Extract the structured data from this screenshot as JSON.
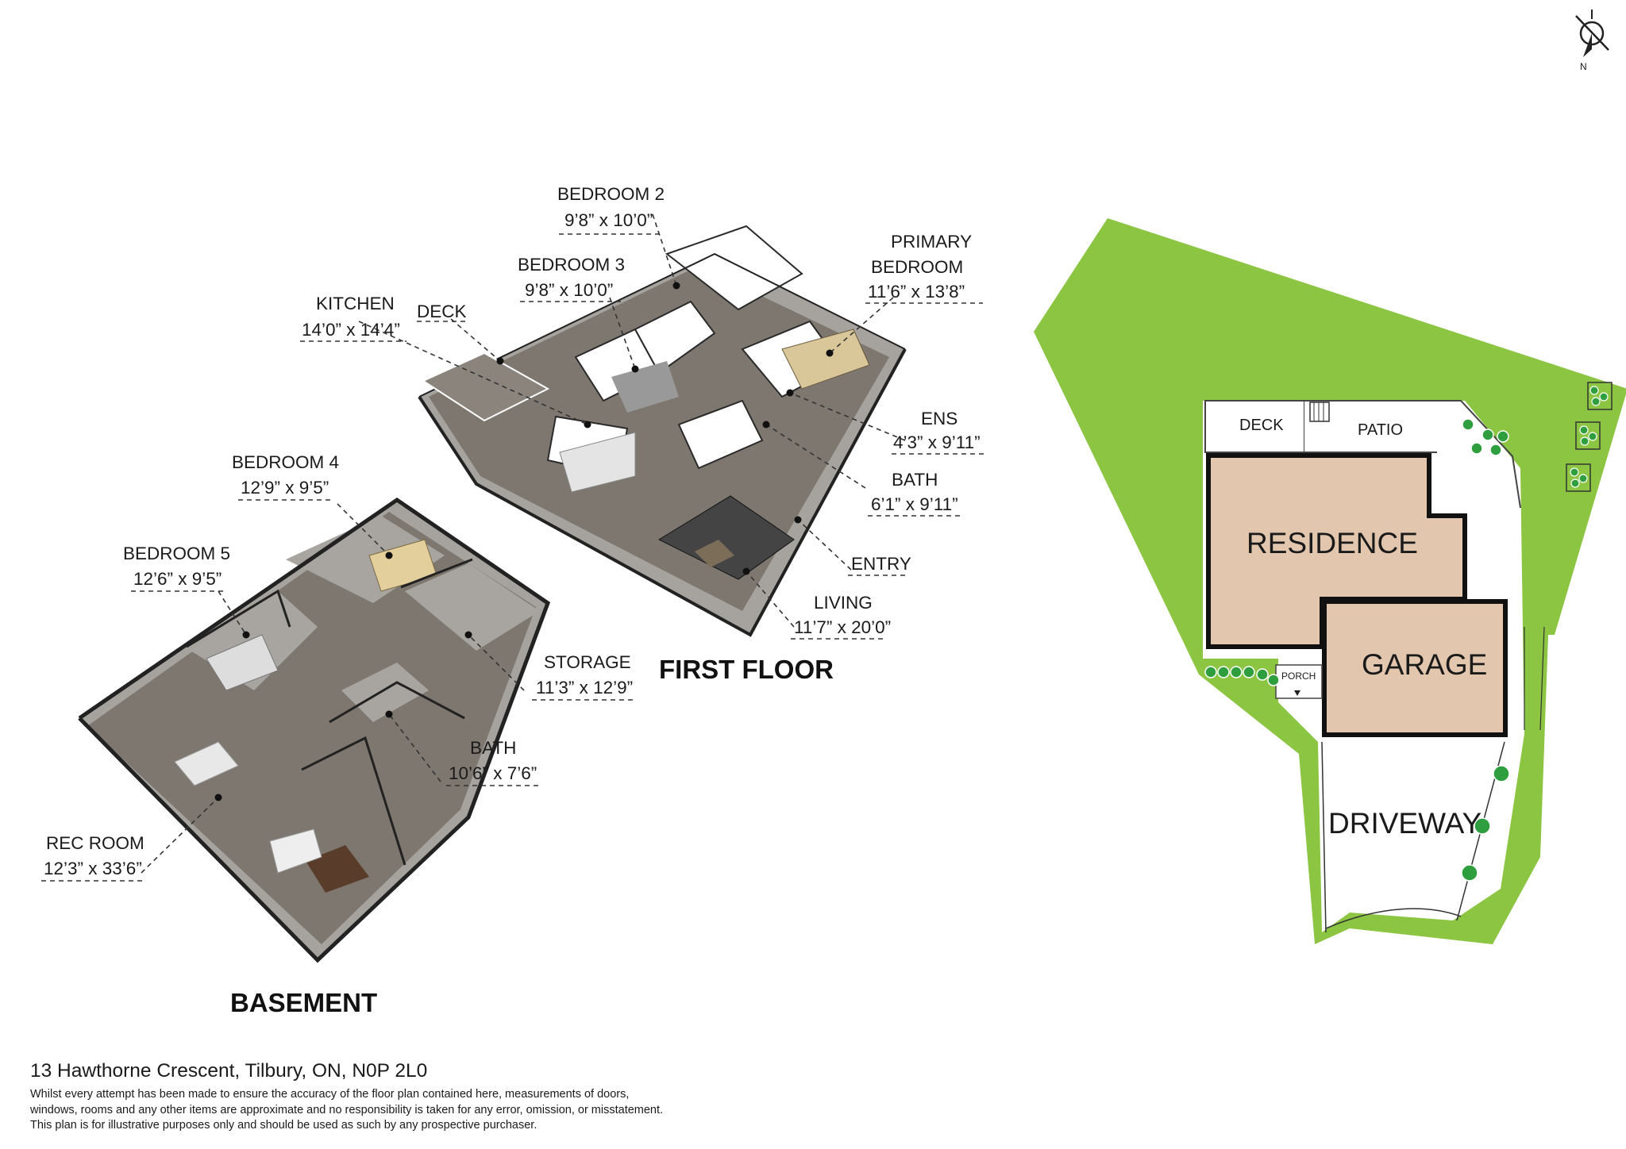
{
  "compass_label": "N",
  "first_floor": {
    "title": "FIRST FLOOR",
    "rooms": [
      {
        "name": "BEDROOM 2",
        "dim": "9’8” x 10’0”"
      },
      {
        "name": "BEDROOM 3",
        "dim": "9’8” x 10’0”"
      },
      {
        "name_line1": "PRIMARY",
        "name_line2": "BEDROOM",
        "dim": "11’6” x 13’8”"
      },
      {
        "name": "KITCHEN",
        "dim": "14’0” x 14’4”"
      },
      {
        "name": "DECK"
      },
      {
        "name": "ENS",
        "dim": "4’3” x 9’11”"
      },
      {
        "name": "BATH",
        "dim": "6’1” x 9’11”"
      },
      {
        "name": "ENTRY"
      },
      {
        "name": "LIVING",
        "dim": "11’7” x 20’0”"
      }
    ]
  },
  "basement": {
    "title": "BASEMENT",
    "rooms": [
      {
        "name": "BEDROOM 4",
        "dim": "12’9” x 9’5”"
      },
      {
        "name": "BEDROOM 5",
        "dim": "12’6” x 9’5”"
      },
      {
        "name": "STORAGE",
        "dim": "11’3” x 12’9”"
      },
      {
        "name": "BATH",
        "dim": "10’6” x 7’6”"
      },
      {
        "name": "REC ROOM",
        "dim": "12’3” x 33’6”"
      }
    ]
  },
  "site_plan": {
    "deck": "DECK",
    "patio": "PATIO",
    "residence": "RESIDENCE",
    "garage": "GARAGE",
    "porch": "PORCH",
    "driveway": "DRIVEWAY",
    "colors": {
      "lawn": "#8bc541",
      "building": "#e2c7ae",
      "tree": "#2e9e3e"
    }
  },
  "footer": {
    "address": "13 Hawthorne Crescent, Tilbury, ON, N0P 2L0",
    "disclaimer": [
      "Whilst every attempt has been made to ensure the accuracy of the floor plan contained here, measurements of doors,",
      "windows, rooms and any other items are approximate and no responsibility is taken for any error, omission, or misstatement.",
      "This plan is for illustrative purposes only and should be used as such by any prospective purchaser."
    ]
  }
}
